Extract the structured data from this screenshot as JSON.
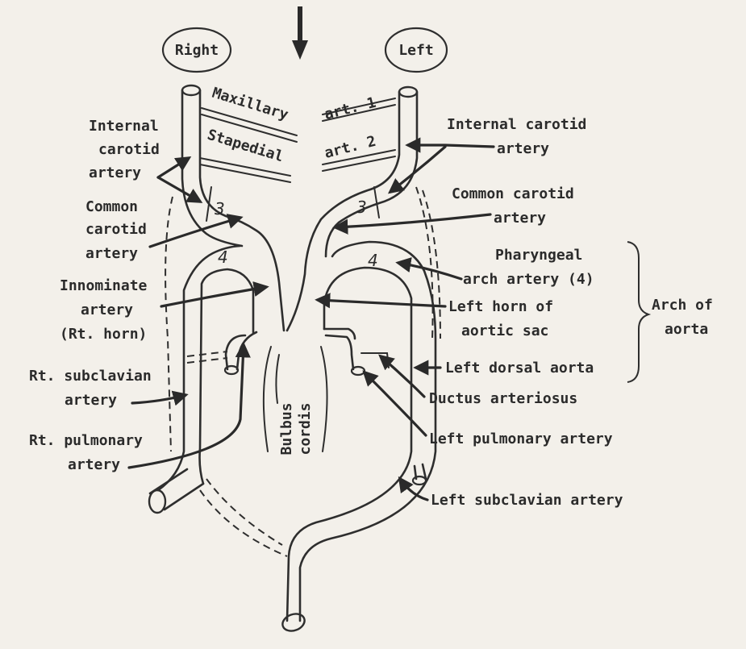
{
  "side_labels": {
    "right": "Right",
    "left": "Left"
  },
  "upper_arches": {
    "maxillary": "Maxillary",
    "stapedial": "Stapedial",
    "art1": "art. 1",
    "art2": "art. 2"
  },
  "arch_numbers": {
    "right_3": "3",
    "left_3": "3",
    "right_4": "4",
    "left_4": "4"
  },
  "left_side": {
    "internal_carotid": [
      "Internal",
      "carotid",
      "artery"
    ],
    "common_carotid": [
      "Common",
      "carotid",
      "artery"
    ],
    "innominate": [
      "Innominate",
      "artery",
      "(Rt. horn)"
    ],
    "rt_subclavian": [
      "Rt. subclavian",
      "artery"
    ],
    "rt_pulmonary": [
      "Rt. pulmonary",
      "artery"
    ]
  },
  "right_side": {
    "internal_carotid": [
      "Internal carotid",
      "artery"
    ],
    "common_carotid": [
      "Common carotid",
      "artery"
    ],
    "pharyngeal_arch": [
      "Pharyngeal",
      "arch artery (4)"
    ],
    "left_horn": [
      "Left horn of",
      "aortic sac"
    ],
    "left_dorsal_aorta": "Left dorsal aorta",
    "ductus": "Ductus arteriosus",
    "left_pulmonary": "Left pulmonary artery",
    "left_subclavian": "Left subclavian artery"
  },
  "arch_of_aorta": [
    "Arch of",
    "aorta"
  ],
  "bulbus_cordis": [
    "Bulbus",
    "cordis"
  ]
}
